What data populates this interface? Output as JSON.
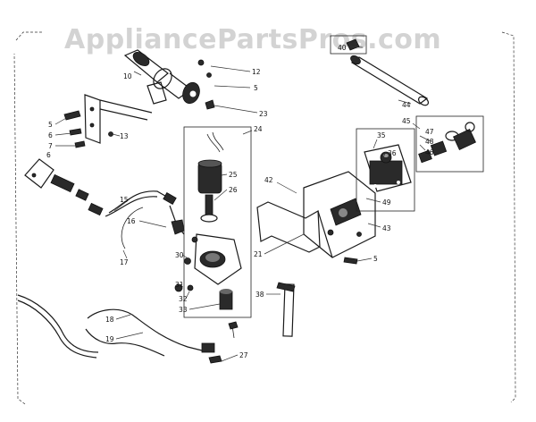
{
  "watermark": "AppliancePartsPros.com",
  "callouts": [
    {
      "id": "c40",
      "text": "40"
    },
    {
      "id": "c44",
      "text": "44"
    },
    {
      "id": "c45",
      "text": "45"
    },
    {
      "id": "c35",
      "text": "35"
    },
    {
      "id": "c36",
      "text": "36"
    },
    {
      "id": "c47",
      "text": "47"
    },
    {
      "id": "c48",
      "text": "48"
    },
    {
      "id": "c46",
      "text": "46"
    },
    {
      "id": "c49",
      "text": "49"
    },
    {
      "id": "c43",
      "text": "43"
    },
    {
      "id": "c42",
      "text": "42"
    },
    {
      "id": "c12",
      "text": "12"
    },
    {
      "id": "c10",
      "text": "10"
    },
    {
      "id": "c5a",
      "text": "5"
    },
    {
      "id": "c23",
      "text": "23"
    },
    {
      "id": "c5b",
      "text": "5"
    },
    {
      "id": "c6a",
      "text": "6"
    },
    {
      "id": "c7",
      "text": "7"
    },
    {
      "id": "c13",
      "text": "13"
    },
    {
      "id": "c24",
      "text": "24"
    },
    {
      "id": "c25",
      "text": "25"
    },
    {
      "id": "c26",
      "text": "26"
    },
    {
      "id": "c6b",
      "text": "6"
    },
    {
      "id": "c15",
      "text": "15"
    },
    {
      "id": "c16",
      "text": "16"
    },
    {
      "id": "c17",
      "text": "17"
    },
    {
      "id": "c30",
      "text": "30"
    },
    {
      "id": "c31",
      "text": "31"
    },
    {
      "id": "c32",
      "text": "32"
    },
    {
      "id": "c33",
      "text": "33"
    },
    {
      "id": "c21",
      "text": "21"
    },
    {
      "id": "c5c",
      "text": "5"
    },
    {
      "id": "c38",
      "text": "38"
    },
    {
      "id": "c18",
      "text": "18"
    },
    {
      "id": "c19",
      "text": "19"
    },
    {
      "id": "c27",
      "text": "27"
    }
  ]
}
